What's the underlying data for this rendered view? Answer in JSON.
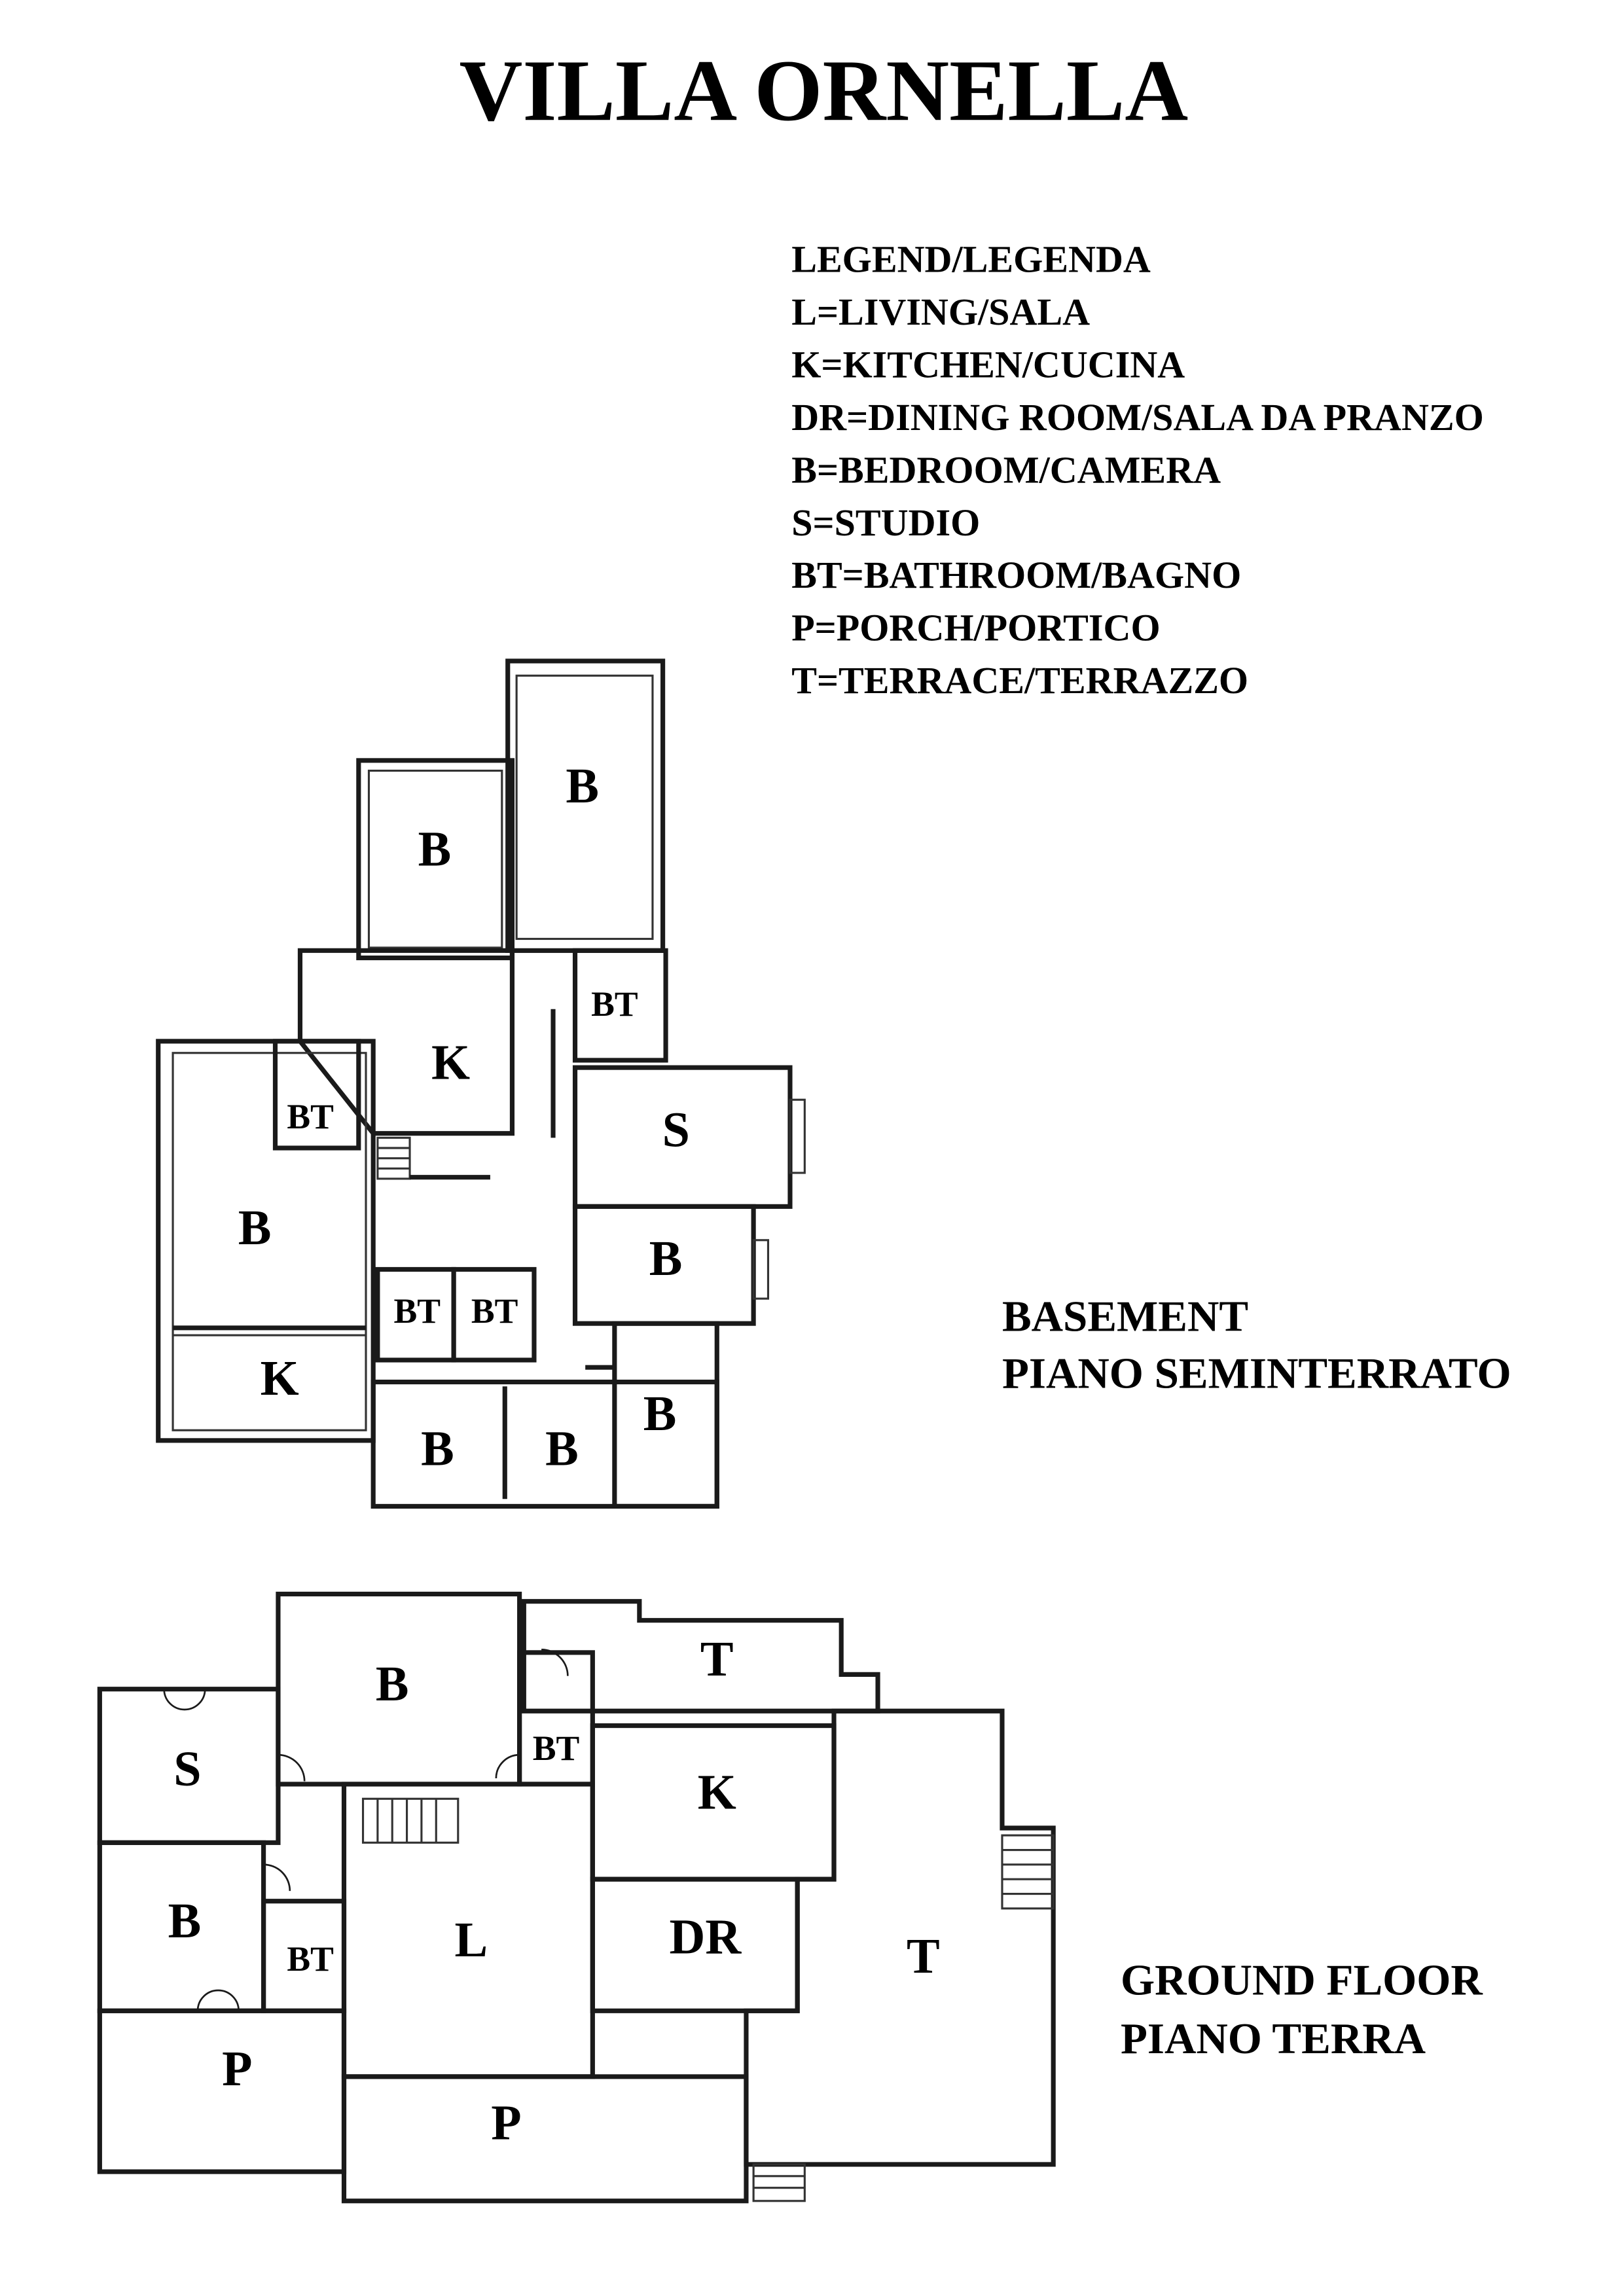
{
  "title": "VILLA ORNELLA",
  "legend": {
    "heading": "LEGEND/LEGENDA",
    "items": [
      "L=LIVING/SALA",
      "K=KITCHEN/CUCINA",
      "DR=DINING ROOM/SALA DA PRANZO",
      "B=BEDROOM/CAMERA",
      "S=STUDIO",
      "BT=BATHROOM/BAGNO",
      "P=PORCH/PORTICO",
      "T=TERRACE/TERRAZZO"
    ]
  },
  "basement": {
    "label_en": "BASEMENT",
    "label_it": "PIANO SEMINTERRATO",
    "rooms": [
      "B",
      "B",
      "BT",
      "K",
      "BT",
      "S",
      "B",
      "B",
      "BT",
      "BT",
      "K",
      "B",
      "B",
      "B"
    ]
  },
  "ground_floor": {
    "label_en": "GROUND FLOOR",
    "label_it": "PIANO TERRA",
    "rooms": [
      "B",
      "T",
      "S",
      "BT",
      "K",
      "B",
      "L",
      "DR",
      "T",
      "BT",
      "P",
      "P"
    ]
  }
}
